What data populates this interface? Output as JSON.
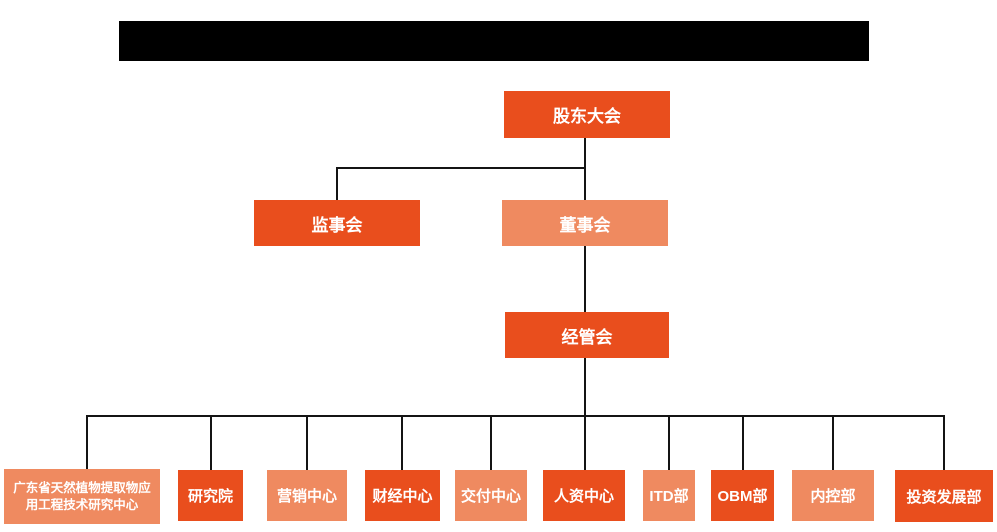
{
  "colors": {
    "primary": "#e94e1d",
    "secondary": "#ef8a60",
    "line": "#141414",
    "node_text": "#ffffff",
    "redaction": "#000000",
    "page_bg": "#ffffff"
  },
  "header": {
    "redacted_title_bar": ""
  },
  "org_chart": {
    "level1": {
      "label": "股东大会"
    },
    "level2": [
      {
        "label": "监事会"
      },
      {
        "label": "董事会"
      }
    ],
    "level3": {
      "label": "经管会"
    },
    "departments": [
      {
        "label": "广东省天然植物提取物应用工程技术研究中心"
      },
      {
        "label": "研究院"
      },
      {
        "label": "营销中心"
      },
      {
        "label": "财经中心"
      },
      {
        "label": "交付中心"
      },
      {
        "label": "人资中心"
      },
      {
        "label": "ITD部"
      },
      {
        "label": "OBM部"
      },
      {
        "label": "内控部"
      },
      {
        "label": "投资发展部"
      }
    ]
  }
}
